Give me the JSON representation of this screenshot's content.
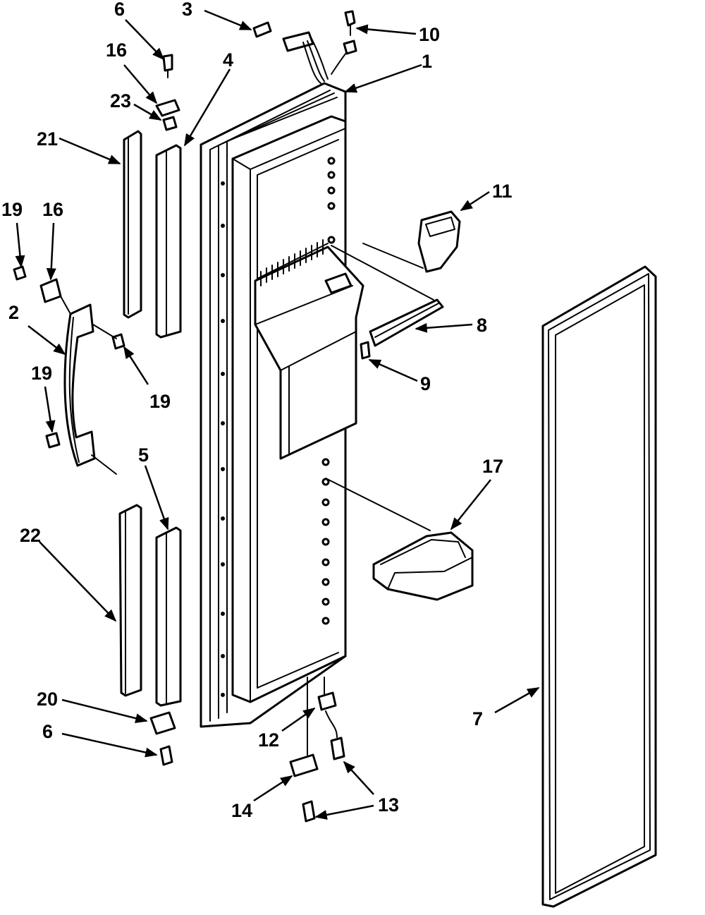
{
  "diagram": {
    "labels": {
      "p1": "1",
      "p2": "2",
      "p3": "3",
      "p4": "4",
      "p5": "5",
      "p6a": "6",
      "p6b": "6",
      "p7": "7",
      "p8": "8",
      "p9": "9",
      "p10": "10",
      "p11": "11",
      "p12": "12",
      "p13a": "13",
      "p14": "14",
      "p16a": "16",
      "p16b": "16",
      "p17": "17",
      "p19a": "19",
      "p19b": "19",
      "p19c": "19",
      "p20": "20",
      "p21": "21",
      "p22": "22",
      "p23": "23"
    }
  }
}
